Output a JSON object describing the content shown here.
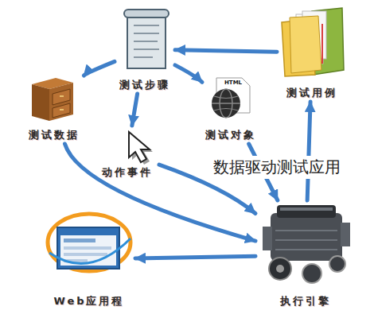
{
  "diagram": {
    "nodes": [
      {
        "text": [
          "测试步骤"
        ]
      },
      {
        "text": [
          "测试用例"
        ]
      },
      {
        "text": [
          "测试数据"
        ]
      },
      {
        "text": [
          "测试对象"
        ]
      },
      {
        "text": [
          "动作事件"
        ]
      },
      {
        "text": [
          "Web应用程"
        ]
      },
      {
        "text": [
          "执行引擎"
        ]
      }
    ],
    "edges": [
      {
        "from": 1,
        "to": 0,
        "arrow": "to"
      },
      {
        "from": 0,
        "to": 2,
        "arrow": "to"
      },
      {
        "from": 0,
        "to": 3,
        "arrow": "to"
      },
      {
        "from": 0,
        "to": 4,
        "arrow": "to"
      },
      {
        "from": 2,
        "to": 6,
        "arrow": "to"
      },
      {
        "from": 4,
        "to": 6,
        "arrow": "to"
      },
      {
        "from": 3,
        "to": 6,
        "arrow": "to"
      },
      {
        "from": 6,
        "to": 1,
        "arrow": "to"
      },
      {
        "from": 6,
        "to": 5,
        "arrow": "to"
      }
    ],
    "labels": [
      "数据驱动测试应用",
      "HTML"
    ]
  }
}
